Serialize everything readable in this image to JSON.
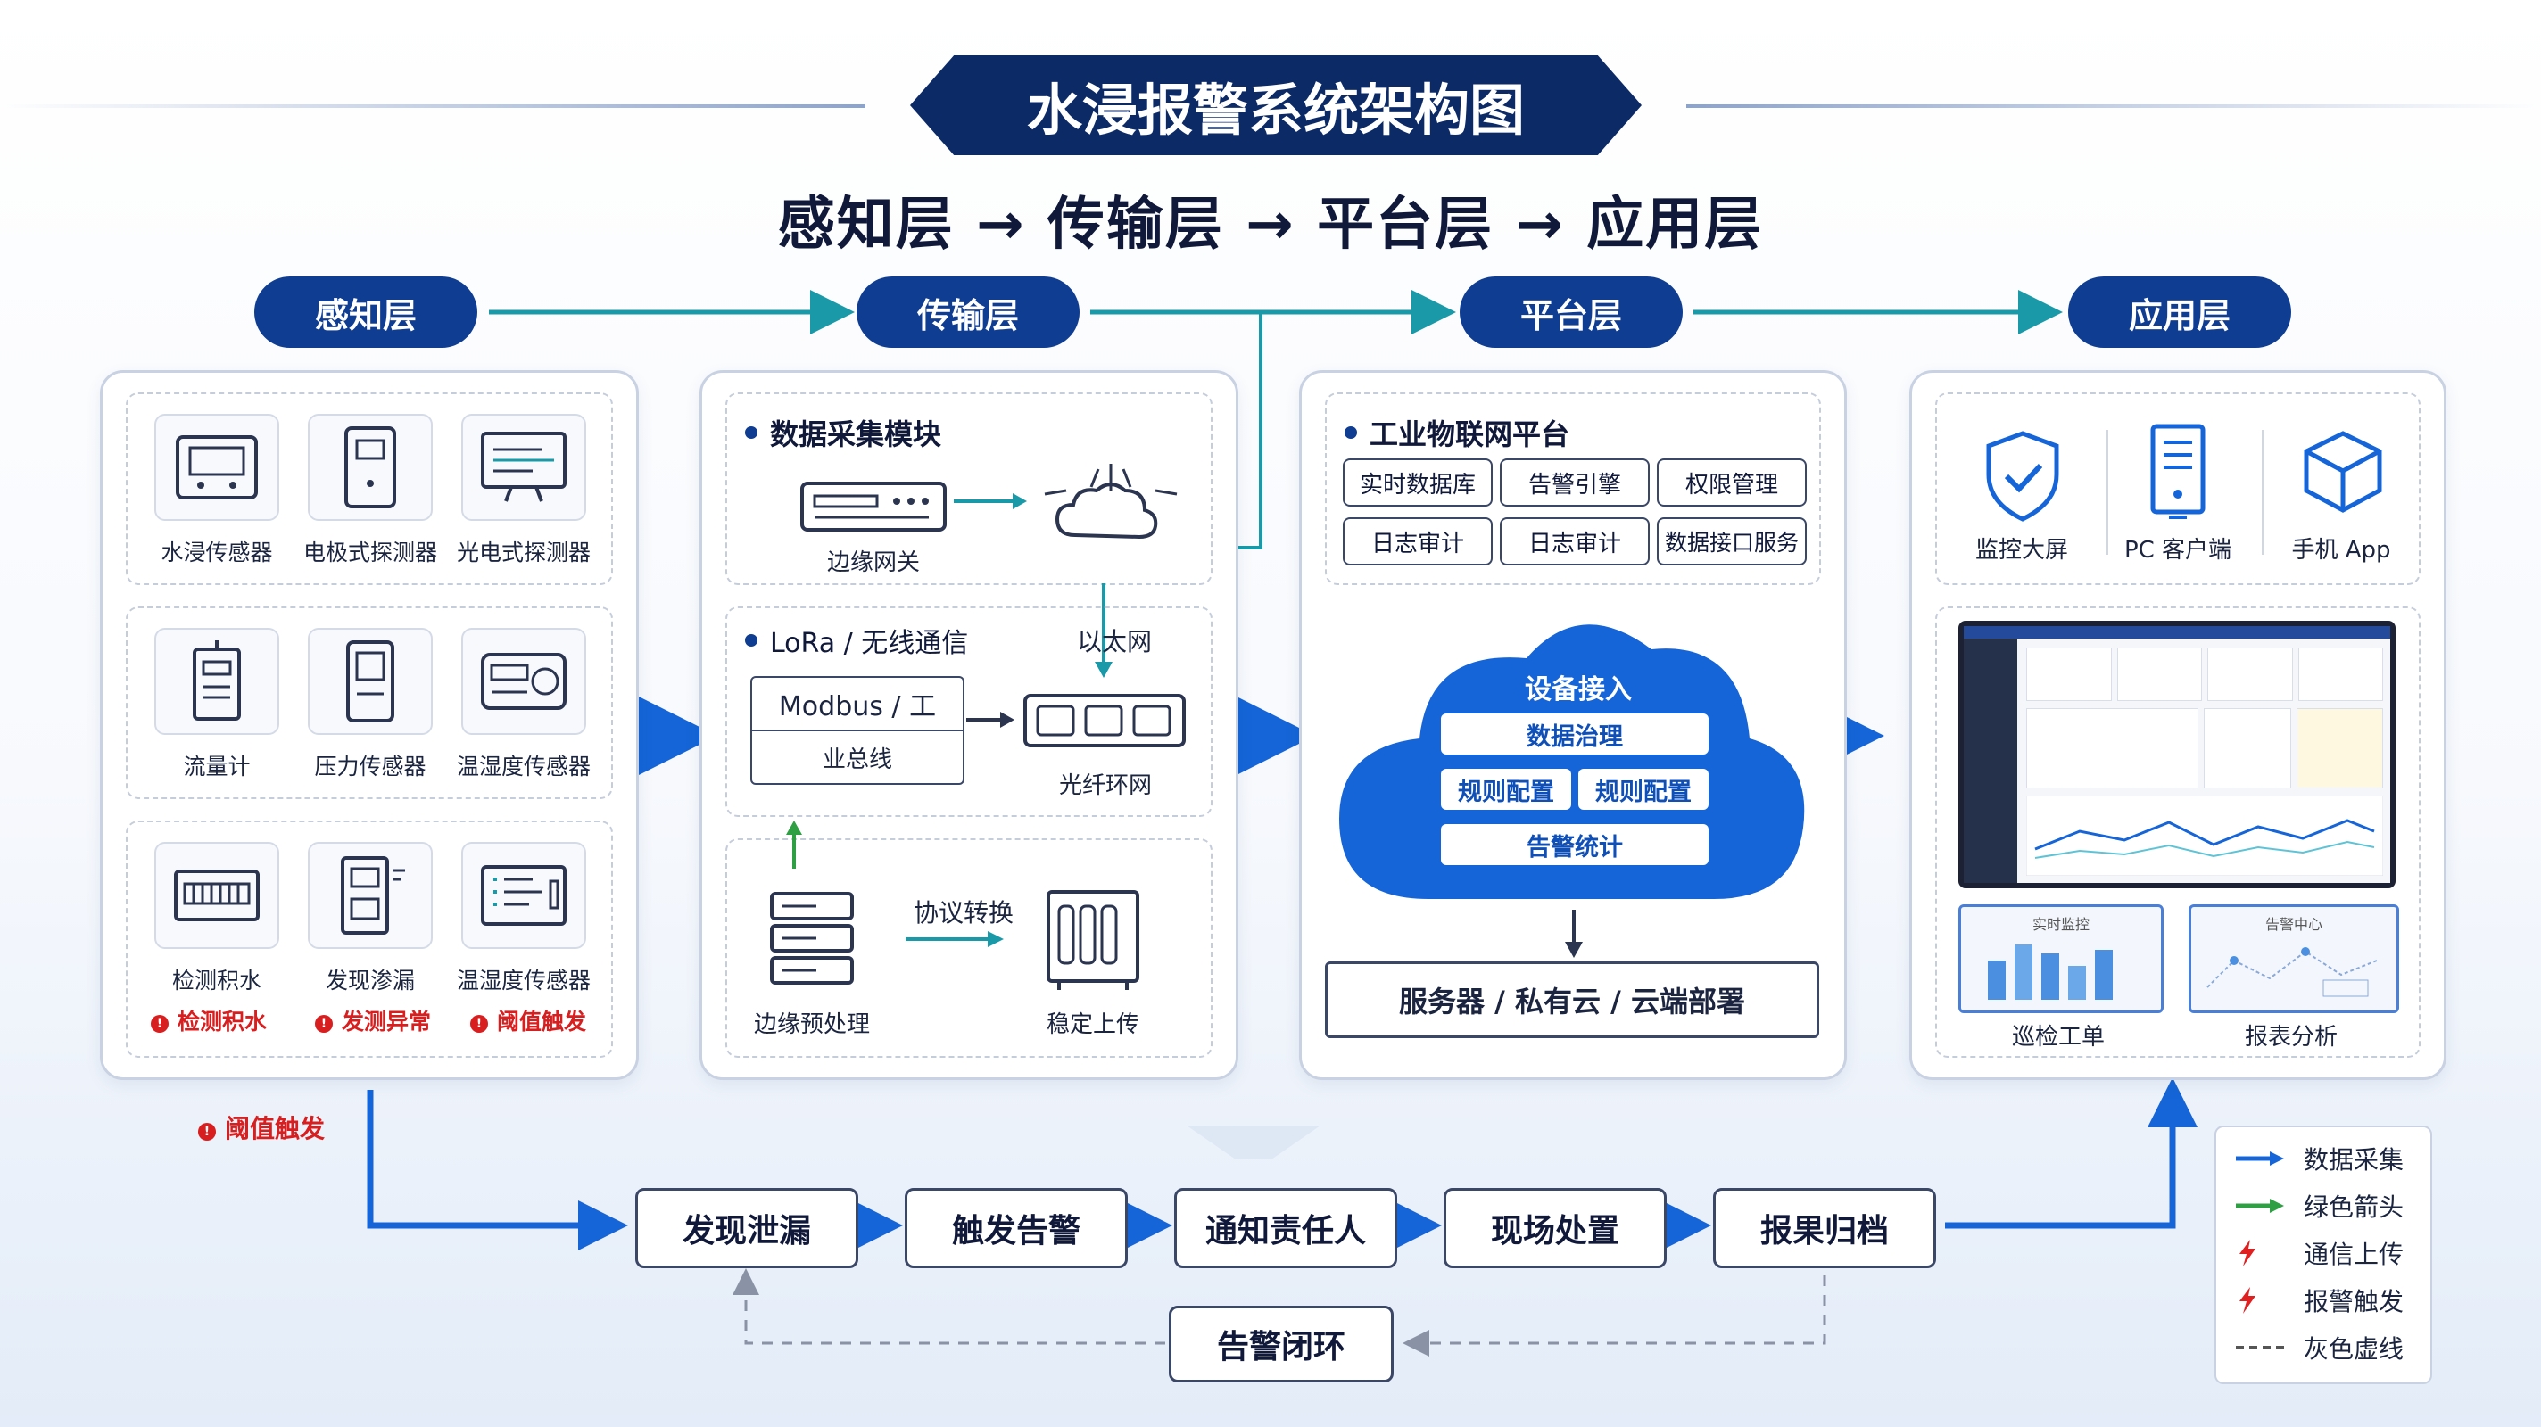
{
  "title": "水浸报警系统架构图",
  "subtitle": "感知层 → 传输层 → 平台层 → 应用层",
  "layers": [
    "感知层",
    "传输层",
    "平台层",
    "应用层"
  ],
  "perception": {
    "row1": [
      "水浸传感器",
      "电极式探测器",
      "光电式探测器"
    ],
    "row2": [
      "流量计",
      "压力传感器",
      "温湿度传感器"
    ],
    "row3": [
      "检测积水",
      "发现渗漏",
      "温湿度传感器"
    ],
    "alarms": [
      "检测积水",
      "发测异常",
      "阈值触发"
    ]
  },
  "transport": {
    "acq_title": "数据采集模块",
    "gateway": "边缘网关",
    "lora_title": "LoRa / 无线通信",
    "ethernet": "以太网",
    "modbus_line1": "Modbus / 工",
    "modbus_line2": "业总线",
    "fiber": "光纤环网",
    "protocol": "协议转换",
    "edge_pre": "边缘预处理",
    "stable": "稳定上传"
  },
  "platform": {
    "title": "工业物联网平台",
    "buttons": [
      "实时数据库",
      "告警引擎",
      "权限管理",
      "日志审计",
      "日志审计",
      "数据接口服务"
    ],
    "cloud_title": "设备接入",
    "cloud_items": [
      "数据治理",
      "规则配置",
      "规则配置",
      "告警统计"
    ],
    "deploy": "服务器 / 私有云 / 云端部署"
  },
  "application": {
    "clients": [
      "监控大屏",
      "PC 客户端",
      "手机 App"
    ],
    "cards": [
      "巡检工单",
      "报表分析"
    ],
    "card_titles": [
      "实时监控",
      "告警中心"
    ]
  },
  "threshold_label": "阈值触发",
  "flow": [
    "发现泄漏",
    "触发告警",
    "通知责任人",
    "现场处置",
    "报果归档"
  ],
  "loop": "告警闭环",
  "legend": [
    {
      "label": "数据采集",
      "color": "#1565d8",
      "icon": "arrow-icon"
    },
    {
      "label": "绿色箭头",
      "color": "#2ea043",
      "icon": "arrow-icon"
    },
    {
      "label": "通信上传",
      "color": "#e02020",
      "icon": "lightning-icon"
    },
    {
      "label": "报警触发",
      "color": "#e02020",
      "icon": "lightning-icon"
    },
    {
      "label": "灰色虚线",
      "color": "#555555",
      "icon": "dash-icon"
    }
  ],
  "colors": {
    "navy": "#0f3d92",
    "blue": "#1565d8",
    "teal": "#1a9aa8",
    "red": "#d81e1e"
  }
}
